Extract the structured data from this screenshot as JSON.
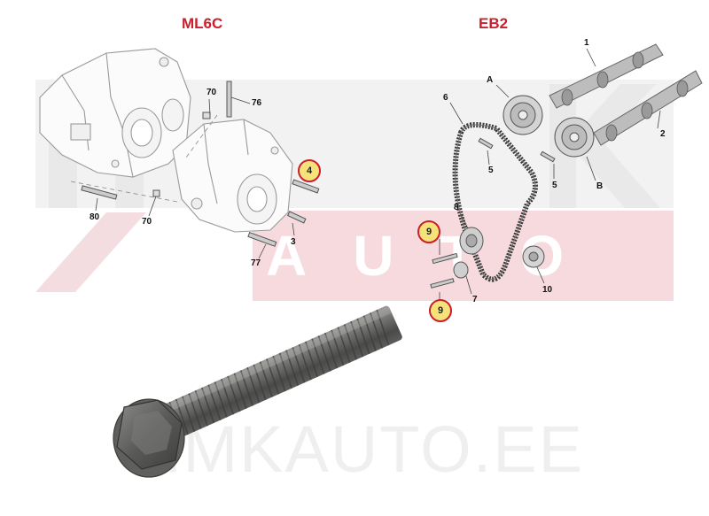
{
  "titles": {
    "left": "ML6C",
    "right": "EB2"
  },
  "watermark": {
    "brand_top": "HMK",
    "brand_auto": "AUTO",
    "bottom": "HMKAUTO.EE"
  },
  "labels_left": {
    "n70a": "70",
    "n76": "76",
    "n4": "4",
    "n80": "80",
    "n70b": "70",
    "n3": "3",
    "n77": "77"
  },
  "labels_right": {
    "n1": "1",
    "nA": "A",
    "n6": "6",
    "n2": "2",
    "n5a": "5",
    "n5b": "5",
    "nB": "B",
    "n8": "8",
    "n9a": "9",
    "n10": "10",
    "n7": "7",
    "n9b": "9"
  },
  "colors": {
    "title": "#c8202c",
    "badge_fill": "#f6e27a",
    "badge_border": "#c8202c"
  }
}
